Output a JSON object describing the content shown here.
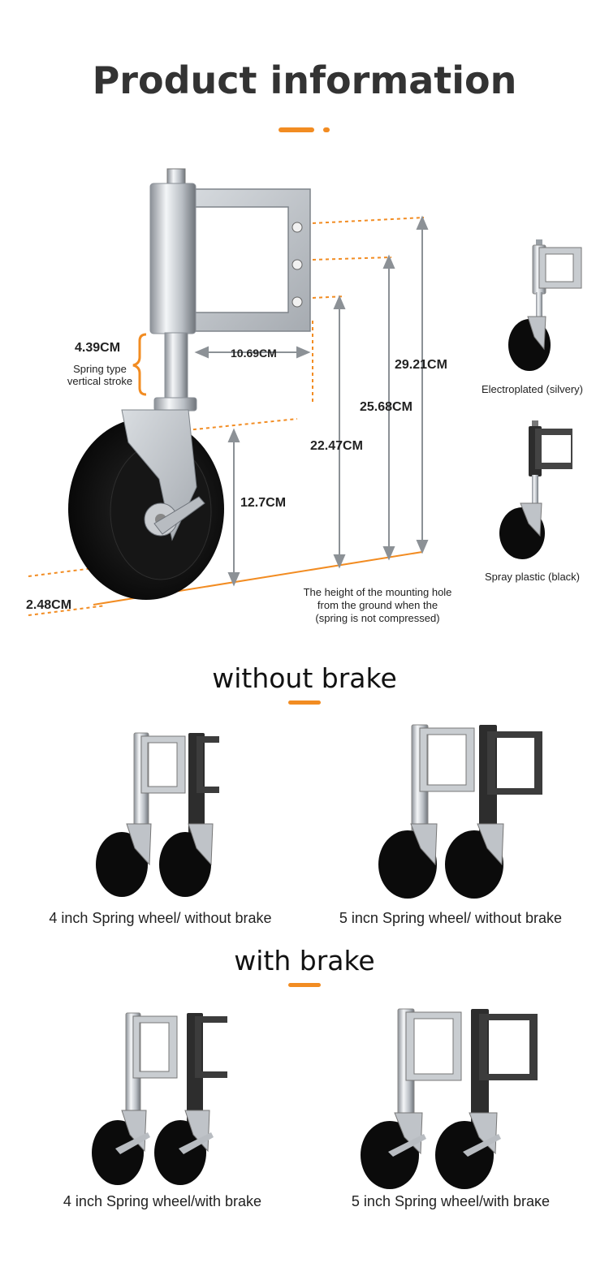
{
  "title": "Product information",
  "accent_color": "#f28c22",
  "dimensions": {
    "stroke": "4.39CM",
    "stroke_note_line1": "Spring type",
    "stroke_note_line2": "vertical stroke",
    "width": "10.69CM",
    "height_total": "29.21CM",
    "height_mid": "25.68CM",
    "height_low": "22.47CM",
    "height_wheel": "12.7CM",
    "wheel_offset": "2.48CM",
    "note_line1": "The height of the mounting hole",
    "note_line2": "from the ground when the",
    "note_line3": "(spring is not compressed)"
  },
  "variants": [
    {
      "label": "Electroplated (silvery)",
      "finish": "silver"
    },
    {
      "label": "Spray plastic (black)",
      "finish": "black"
    }
  ],
  "sections": [
    {
      "heading": "without brake",
      "items": [
        {
          "caption": "4 inch Spring wheel/ without brake"
        },
        {
          "caption": "5 incn Spring wheel/ without brake"
        }
      ]
    },
    {
      "heading": "with brake",
      "items": [
        {
          "caption": "4 inch Spring wheel/with brake"
        },
        {
          "caption": "5 inch Spring wheel/with braĸe"
        }
      ]
    }
  ]
}
